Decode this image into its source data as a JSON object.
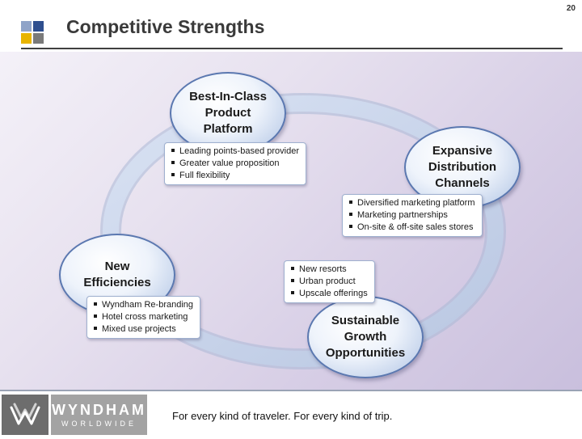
{
  "page": {
    "number": "20",
    "title": "Competitive Strengths"
  },
  "diagram": {
    "nodes": [
      {
        "id": "product",
        "label": "Best-In-Class\nProduct\nPlatform",
        "bullets": [
          "Leading points-based provider",
          "Greater value proposition",
          "Full flexibility"
        ]
      },
      {
        "id": "distribution",
        "label": "Expansive\nDistribution\nChannels",
        "bullets": [
          "Diversified marketing platform",
          "Marketing partnerships",
          "On-site & off-site sales stores"
        ]
      },
      {
        "id": "growth",
        "label": "Sustainable\nGrowth\nOpportunities",
        "bullets": [
          "New resorts",
          "Urban product",
          "Upscale offerings"
        ]
      },
      {
        "id": "efficiencies",
        "label": "New\nEfficiencies",
        "bullets": [
          "Wyndham Re-branding",
          "Hotel cross marketing",
          "Mixed use projects"
        ]
      }
    ],
    "colors": {
      "ring": "#c7d3ea",
      "node_border": "#5b78b0",
      "box_border": "#9fb0cf"
    }
  },
  "footer": {
    "brand_name": "WYNDHAM",
    "brand_sub": "WORLDWIDE",
    "tagline": "For every kind of traveler. For every kind of trip.",
    "logo_icon": "wyndham-w-logo-icon"
  }
}
